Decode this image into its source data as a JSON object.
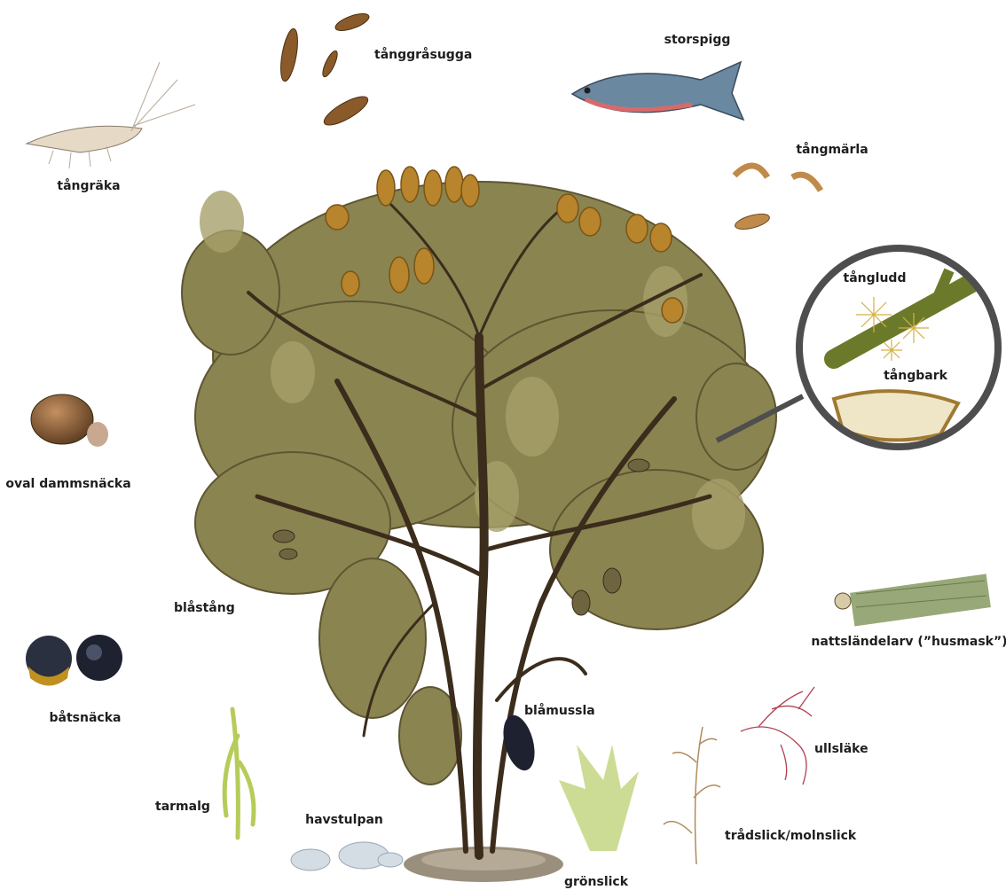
{
  "labels": {
    "tanggrasugga": "tånggråsugga",
    "storspigg": "storspigg",
    "tangraka": "tångräka",
    "tangmarla": "tångmärla",
    "tangludd": "tångludd",
    "tangbark": "tångbark",
    "oval_dammsnacka": "oval dammsnäcka",
    "blastang": "blåstång",
    "nattslandelarv": "nattsländelarv (”husmask”)",
    "batsnacka": "båtsnäcka",
    "blamussla": "blåmussla",
    "ullslake": "ullsläke",
    "tarmalg": "tarmalg",
    "havstulpan": "havstulpan",
    "tradslick": "trådslick/molnslick",
    "gronslick": "grönslick"
  },
  "colors": {
    "wrack_stem": "#3b2c1c",
    "wrack_frond": "#8a8450",
    "receptacle": "#b8842c",
    "magnifier_ring": "#4e4e4e"
  }
}
